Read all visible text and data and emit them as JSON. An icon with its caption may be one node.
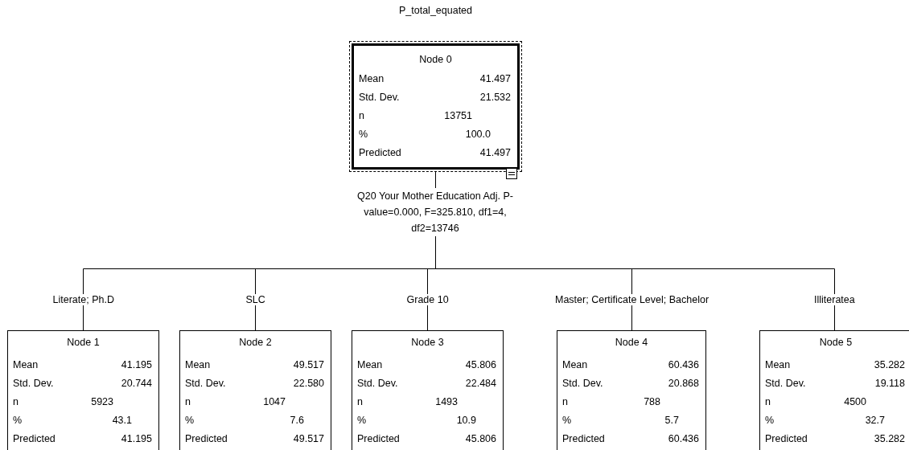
{
  "diagram": {
    "title": "P_total_equated",
    "nodes": [
      {
        "text": [
          "Node 0",
          "Mean",
          "41.497",
          "Std. Dev.",
          "21.532",
          "n",
          "13751",
          "%",
          "100.0",
          "Predicted",
          "41.497"
        ]
      },
      {
        "text": [
          "Node 1",
          "Mean",
          "41.195",
          "Std. Dev.",
          "20.744",
          "n",
          "5923",
          "%",
          "43.1",
          "Predicted",
          "41.195"
        ]
      },
      {
        "text": [
          "Node 2",
          "Mean",
          "49.517",
          "Std. Dev.",
          "22.580",
          "n",
          "1047",
          "%",
          "7.6",
          "Predicted",
          "49.517"
        ]
      },
      {
        "text": [
          "Node 3",
          "Mean",
          "45.806",
          "Std. Dev.",
          "22.484",
          "n",
          "1493",
          "%",
          "10.9",
          "Predicted",
          "45.806"
        ]
      },
      {
        "text": [
          "Node 4",
          "Mean",
          "60.436",
          "Std. Dev.",
          "20.868",
          "n",
          "788",
          "%",
          "5.7",
          "Predicted",
          "60.436"
        ]
      },
      {
        "text": [
          "Node 5",
          "Mean",
          "35.282",
          "Std. Dev.",
          "19.118",
          "n",
          "4500",
          "%",
          "32.7",
          "Predicted",
          "35.282"
        ]
      }
    ],
    "edges": [
      {
        "from": 0,
        "to": 1,
        "arrow": "none",
        "label": "Literate; Ph.D"
      },
      {
        "from": 0,
        "to": 2,
        "arrow": "none",
        "label": "SLC"
      },
      {
        "from": 0,
        "to": 3,
        "arrow": "none",
        "label": "Grade 10"
      },
      {
        "from": 0,
        "to": 4,
        "arrow": "none",
        "label": "Master; Certificate Level; Bachelor"
      },
      {
        "from": 0,
        "to": 5,
        "arrow": "none",
        "label": "Illiteratea"
      }
    ],
    "labels": [
      "Q20 Your Mother Education Adj. P-value=0.000, F=325.810, df1=4, df2=13746"
    ]
  }
}
